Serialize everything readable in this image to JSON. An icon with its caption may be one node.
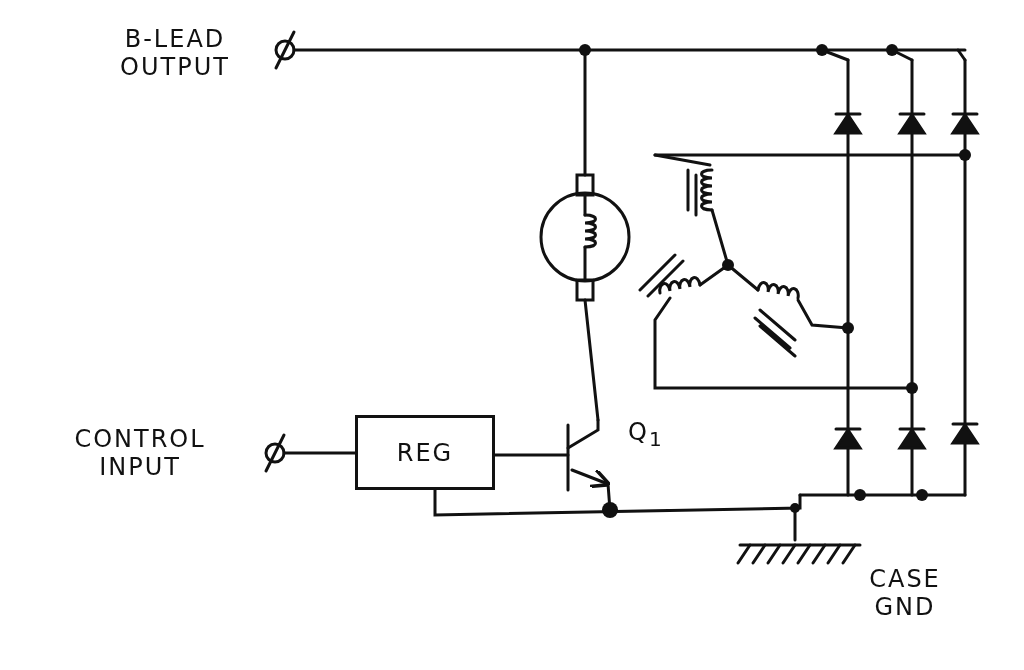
{
  "diagram": {
    "nodes": [
      {
        "text": [
          "REG"
        ]
      }
    ],
    "labels": [
      "B-LEAD OUTPUT",
      "CONTROL INPUT",
      "Q$_{1}$",
      "CASE GND"
    ]
  }
}
